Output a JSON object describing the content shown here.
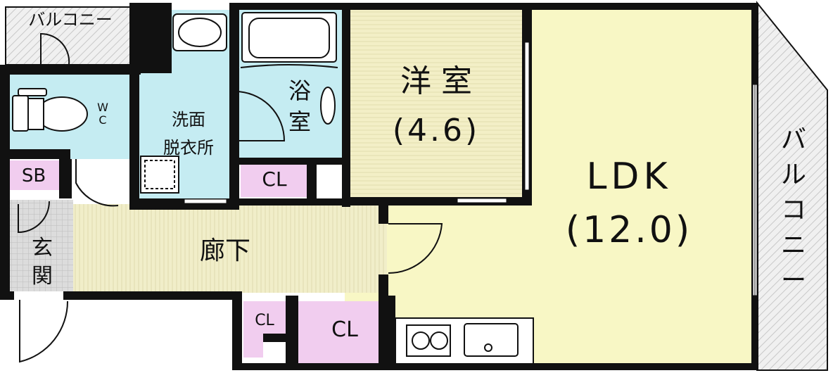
{
  "colors": {
    "ldk": "#f8f7c5",
    "western": "#f3efc6",
    "corridor": "#f1eec9",
    "wet": "#c5ecf2",
    "closet": "#f1cdef",
    "balcony": "#ececec",
    "entrance": "#dcdcdc",
    "wall": "#111111"
  },
  "rooms": {
    "ldk": {
      "name": "LDK",
      "size": "(12.0)"
    },
    "western": {
      "name": "洋 室",
      "size": "(4.6)"
    },
    "corridor": {
      "name": "廊下"
    },
    "bath": {
      "line1": "浴",
      "line2": "室"
    },
    "washroom": {
      "line1": "洗面",
      "line2": "脱衣所"
    },
    "wc": {
      "line1": "W",
      "line2": "C"
    },
    "sb": {
      "name": "SB"
    },
    "entrance": {
      "line1": "玄",
      "line2": "関"
    },
    "closet_wash": {
      "name": "CL"
    },
    "closet_small": {
      "name": "CL"
    },
    "closet_bottom": {
      "name": "CL"
    },
    "balcony_top": {
      "name": "バルコニー"
    },
    "balcony_right": {
      "chars": [
        "バ",
        "ル",
        "コ",
        "ニ",
        "ー"
      ]
    }
  },
  "icons": [
    "toilet-icon",
    "washbasin-icon",
    "bathtub-icon",
    "washing-machine-pan-icon",
    "stove-icon",
    "sink-icon",
    "door-icon"
  ]
}
